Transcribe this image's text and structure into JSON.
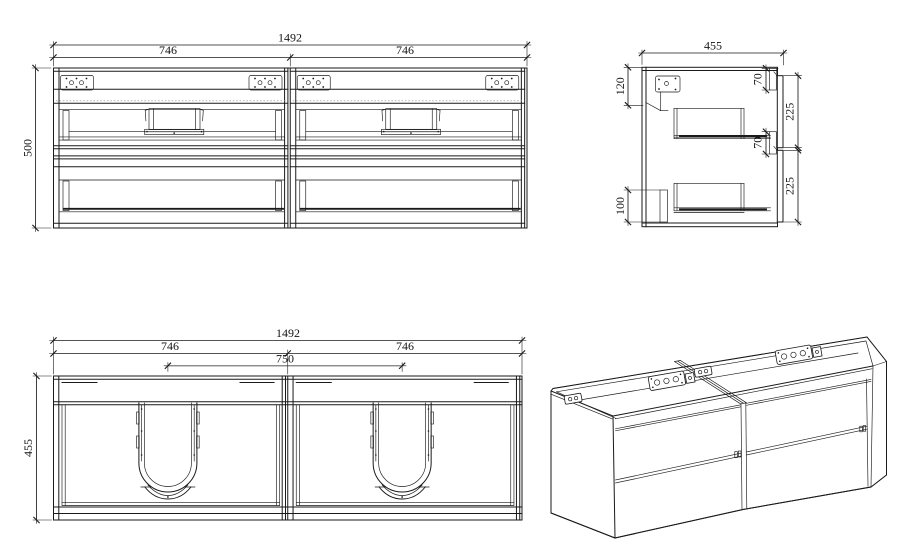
{
  "views": {
    "front": {
      "dim_total_width": "1492",
      "dim_left_width": "746",
      "dim_right_width": "746",
      "dim_height": "500"
    },
    "side": {
      "dim_depth": "455",
      "dim_bracket_drop": "120",
      "dim_top_rail": "70",
      "dim_upper_front": "225",
      "dim_mid_rail": "70",
      "dim_lower_front": "225",
      "dim_bottom_clearance": "100"
    },
    "plan": {
      "dim_total_width": "1492",
      "dim_left_width": "746",
      "dim_right_width": "746",
      "dim_basin_centres": "750",
      "dim_depth": "455"
    }
  },
  "colors": {
    "line": "#1a1a1a",
    "background": "#ffffff"
  }
}
